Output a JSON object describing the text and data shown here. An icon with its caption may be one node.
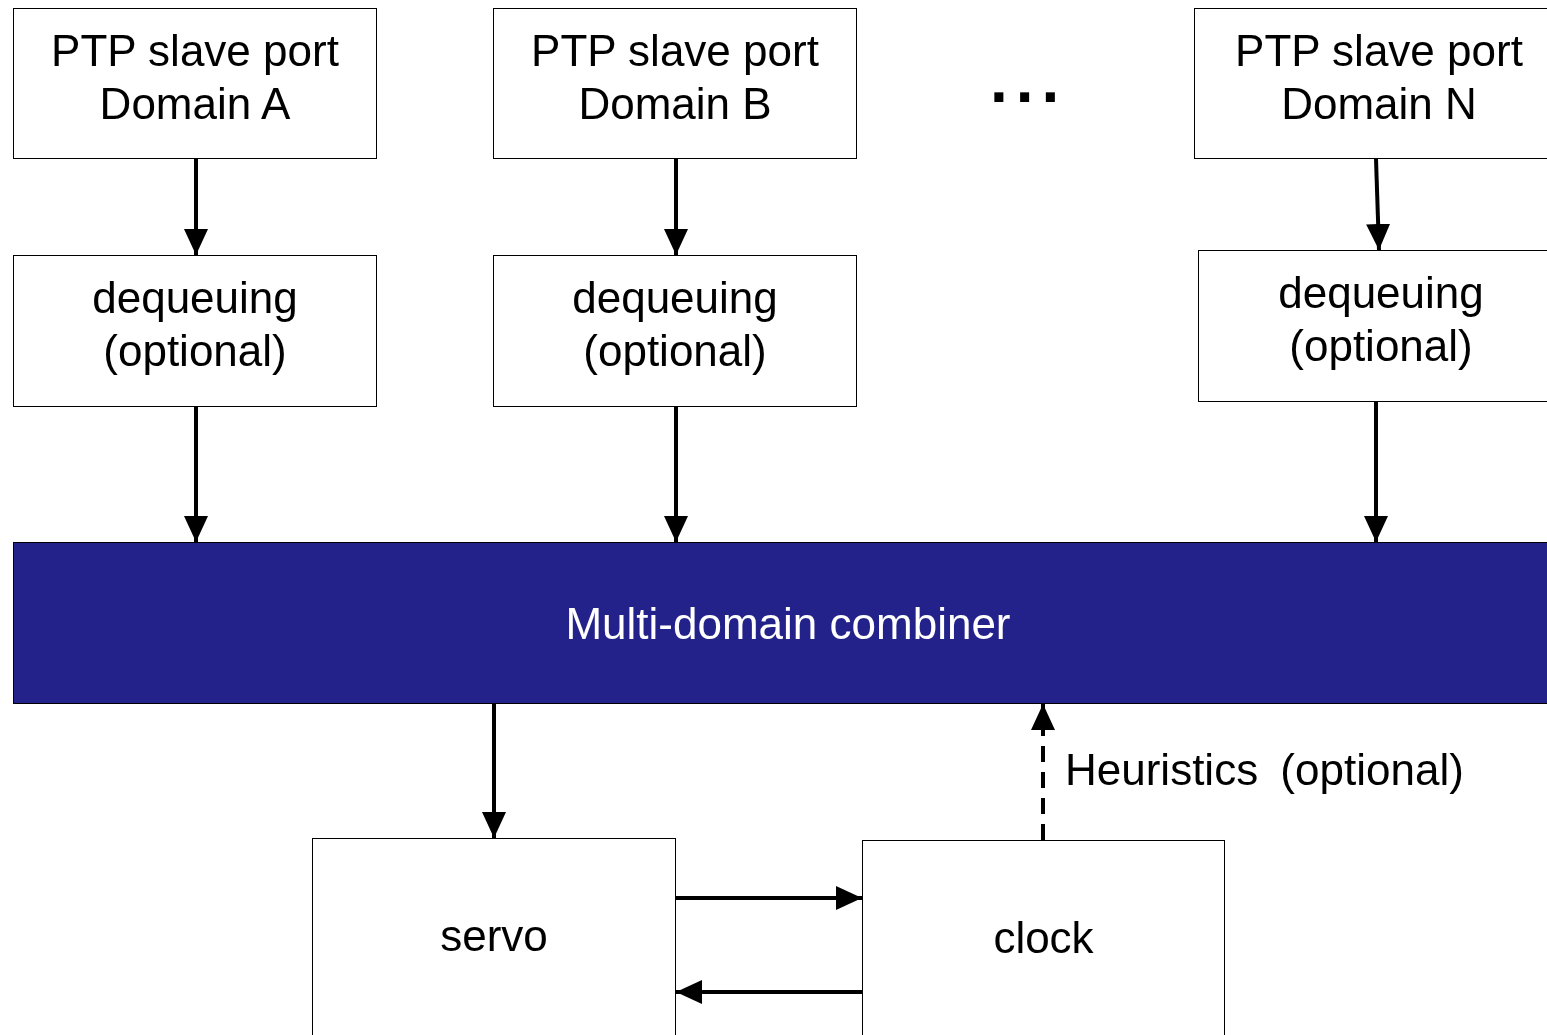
{
  "diagram": {
    "nodes": [
      {
        "text": [
          "PTP slave port Domain A"
        ]
      },
      {
        "text": [
          "PTP slave port Domain B"
        ]
      },
      {
        "text": [
          "PTP slave port Domain N"
        ]
      },
      {
        "text": [
          "dequeuing (optional)"
        ]
      },
      {
        "text": [
          "dequeuing (optional)"
        ]
      },
      {
        "text": [
          "dequeuing (optional)"
        ]
      },
      {
        "text": [
          "Multi-domain combiner"
        ]
      },
      {
        "text": [
          "servo"
        ]
      },
      {
        "text": [
          "clock"
        ]
      }
    ],
    "edges": [
      {
        "from": 0,
        "to": 3,
        "arrow": "to"
      },
      {
        "from": 1,
        "to": 4,
        "arrow": "to"
      },
      {
        "from": 2,
        "to": 5,
        "arrow": "to"
      },
      {
        "from": 3,
        "to": 6,
        "arrow": "to"
      },
      {
        "from": 4,
        "to": 6,
        "arrow": "to"
      },
      {
        "from": 5,
        "to": 6,
        "arrow": "to"
      },
      {
        "from": 6,
        "to": 7,
        "arrow": "to"
      },
      {
        "from": 7,
        "to": 8,
        "arrow": "to"
      },
      {
        "from": 8,
        "to": 7,
        "arrow": "to"
      },
      {
        "from": 8,
        "to": 6,
        "arrow": "to",
        "style": "dashed",
        "label": "Heuristics (optional)"
      }
    ],
    "labels": [
      "..."
    ]
  }
}
